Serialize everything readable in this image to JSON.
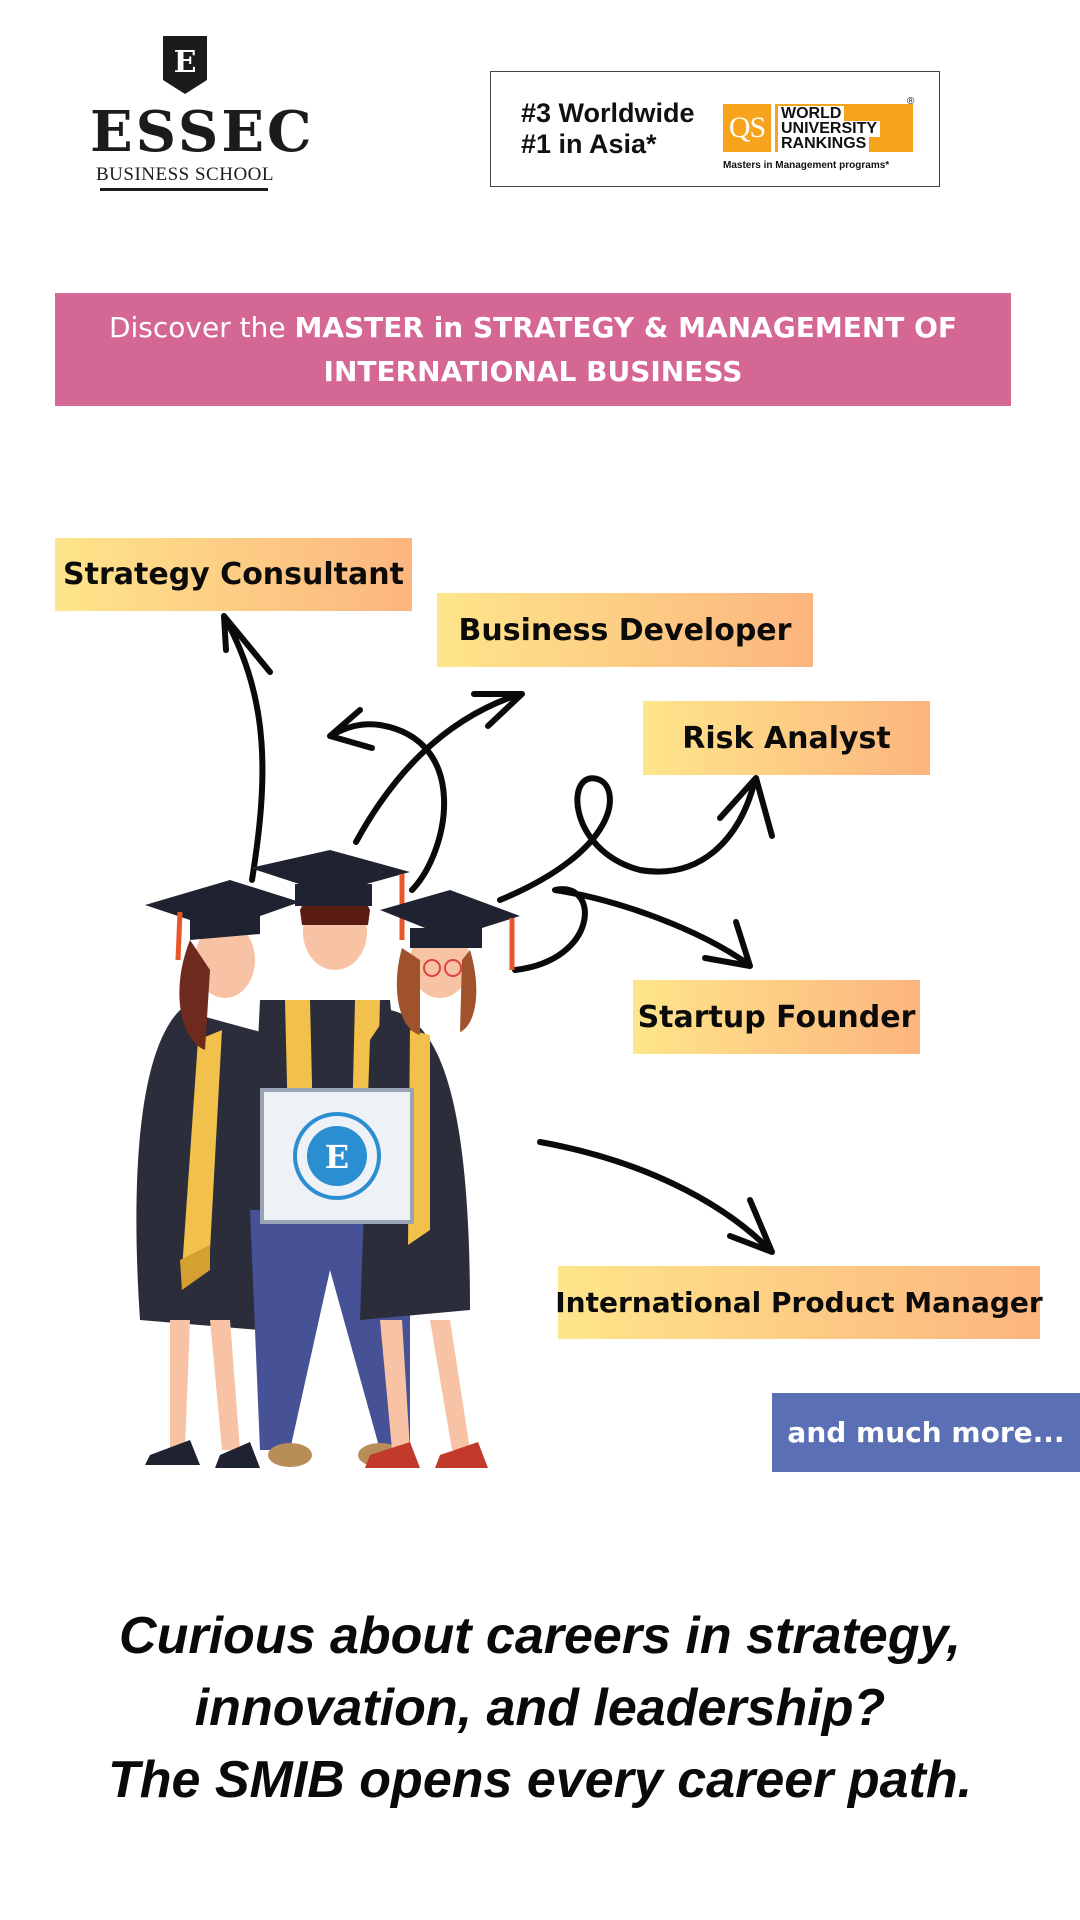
{
  "logo": {
    "wordmark": "ESSEC",
    "subtitle": "BUSINESS SCHOOL",
    "monogram": "E"
  },
  "ranking": {
    "line1": "#3 Worldwide",
    "line2": "#1 in Asia*",
    "qs_badge": "QS",
    "qs_line1": "WORLD",
    "qs_line2": "UNIVERSITY",
    "qs_line3": "RANKINGS",
    "qs_mark": "®",
    "footnote": "Masters in Management programs*"
  },
  "banner": {
    "lead": "Discover the ",
    "program": "MASTER in STRATEGY & MANAGEMENT OF INTERNATIONAL BUSINESS"
  },
  "careers": [
    "Strategy Consultant",
    "Business Developer",
    "Risk Analyst",
    "Startup Founder",
    "International Product Manager"
  ],
  "more": "and much more...",
  "diploma_monogram": "E",
  "tagline": {
    "line1": "Curious about careers in strategy,",
    "line2": "innovation, and leadership?",
    "line3": "The SMIB opens every career path."
  },
  "colors": {
    "banner": "#d46793",
    "career_gradient_start": "#fee58a",
    "career_gradient_end": "#fcb57f",
    "more_button": "#5a6fb4",
    "qs_orange": "#f7a41c"
  }
}
